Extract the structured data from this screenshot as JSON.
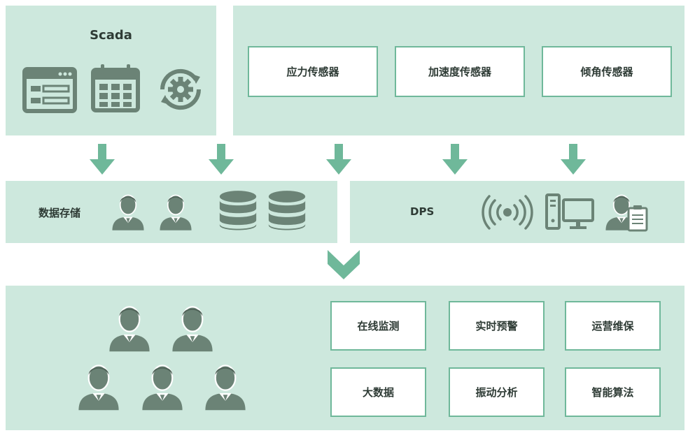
{
  "top_left": {
    "title": "Scada"
  },
  "sensors": [
    "应力传感器",
    "加速度传感器",
    "倾角传感器"
  ],
  "storage": {
    "label": "数据存储"
  },
  "dps": {
    "label": "DPS"
  },
  "services": [
    "在线监测",
    "实时预警",
    "运营维保",
    "大数据",
    "振动分析",
    "智能算法"
  ],
  "colors": {
    "panel": "#cde8dd",
    "icon": "#6b8376",
    "accent": "#6fb89a",
    "text": "#2e3b35"
  },
  "icons": [
    "browser-window-icon",
    "calendar-icon",
    "gear-sync-icon",
    "user-icon",
    "database-icon",
    "wireless-signal-icon",
    "desktop-computer-icon",
    "user-report-icon",
    "down-arrow-icon",
    "chevron-down-icon"
  ]
}
